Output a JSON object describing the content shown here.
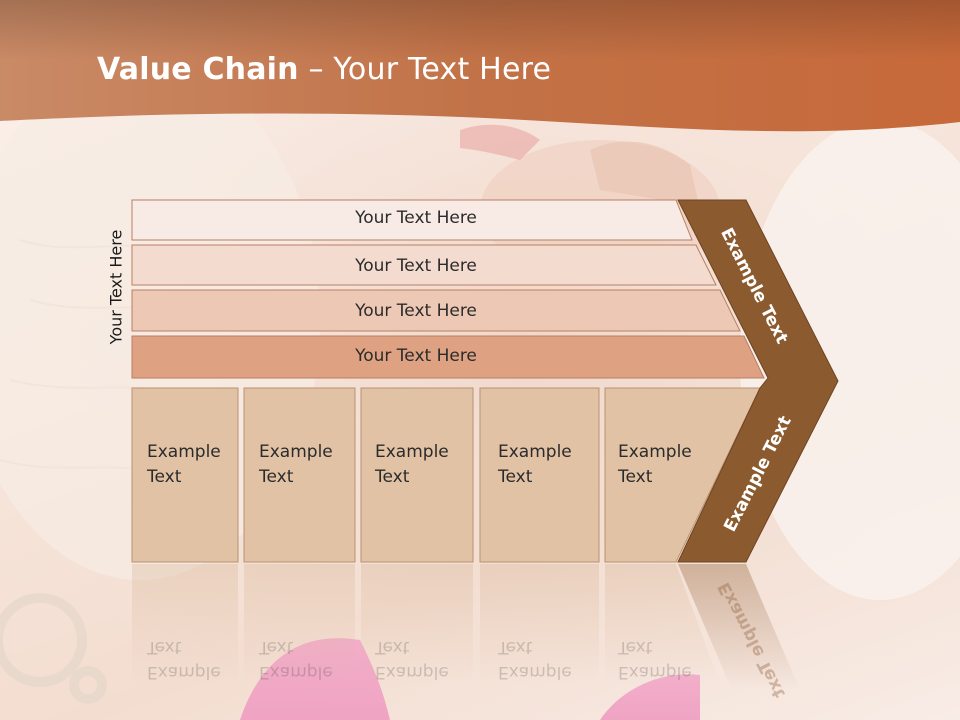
{
  "title": {
    "bold": "Value Chain",
    "rest": " – Your Text Here"
  },
  "side_label": "Your Text Here",
  "bars": [
    {
      "label": "Your Text Here",
      "fill": "#f8ebe6"
    },
    {
      "label": "Your Text Here",
      "fill": "#f3dccf"
    },
    {
      "label": "Your Text Here",
      "fill": "#edc9b5"
    },
    {
      "label": "Your Text Here",
      "fill": "#dea283"
    }
  ],
  "boxes": [
    {
      "line1": "Example",
      "line2": "Text"
    },
    {
      "line1": "Example",
      "line2": "Text"
    },
    {
      "line1": "Example",
      "line2": "Text"
    },
    {
      "line1": "Example",
      "line2": "Text"
    },
    {
      "line1": "Example",
      "line2": "Text"
    }
  ],
  "arrow": {
    "upper": "Example Text",
    "lower": "Example Text"
  },
  "colors": {
    "header": "#c97a4e",
    "box_fill": "#e2c2a4",
    "arrow": "#8b5a2e",
    "bar_border": "#b87f63"
  }
}
